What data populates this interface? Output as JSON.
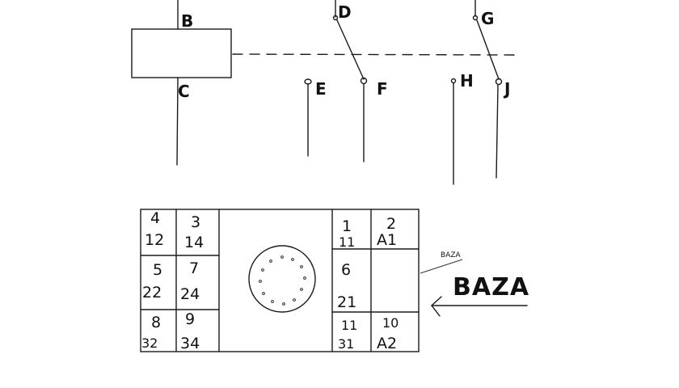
{
  "schematic": {
    "coil_top_label": "B",
    "coil_bottom_label": "C",
    "contact1_top_label": "D",
    "contact1_open_label": "E",
    "contact1_close_label": "F",
    "contact2_top_label": "G",
    "contact2_open_label": "H",
    "contact2_close_label": "J"
  },
  "base": {
    "cells": {
      "c1_top": "4",
      "c1_bot": "12",
      "c2_top": "3",
      "c2_bot": "14",
      "c3_top": "5",
      "c3_bot": "22",
      "c4_top": "7",
      "c4_bot": "24",
      "c5_top": "8",
      "c5_bot": "32",
      "c6_top": "9",
      "c6_bot": "34",
      "r1_top": "1",
      "r1_bot": "11",
      "r2_top": "2",
      "r2_bot": "A1",
      "r3_top": "6",
      "r3_bot": "21",
      "r5_top": "11",
      "r5_bot": "31",
      "r6_top": "10",
      "r6_bot": "A2"
    },
    "small_label": "BAZA",
    "big_label": "BAZA"
  }
}
